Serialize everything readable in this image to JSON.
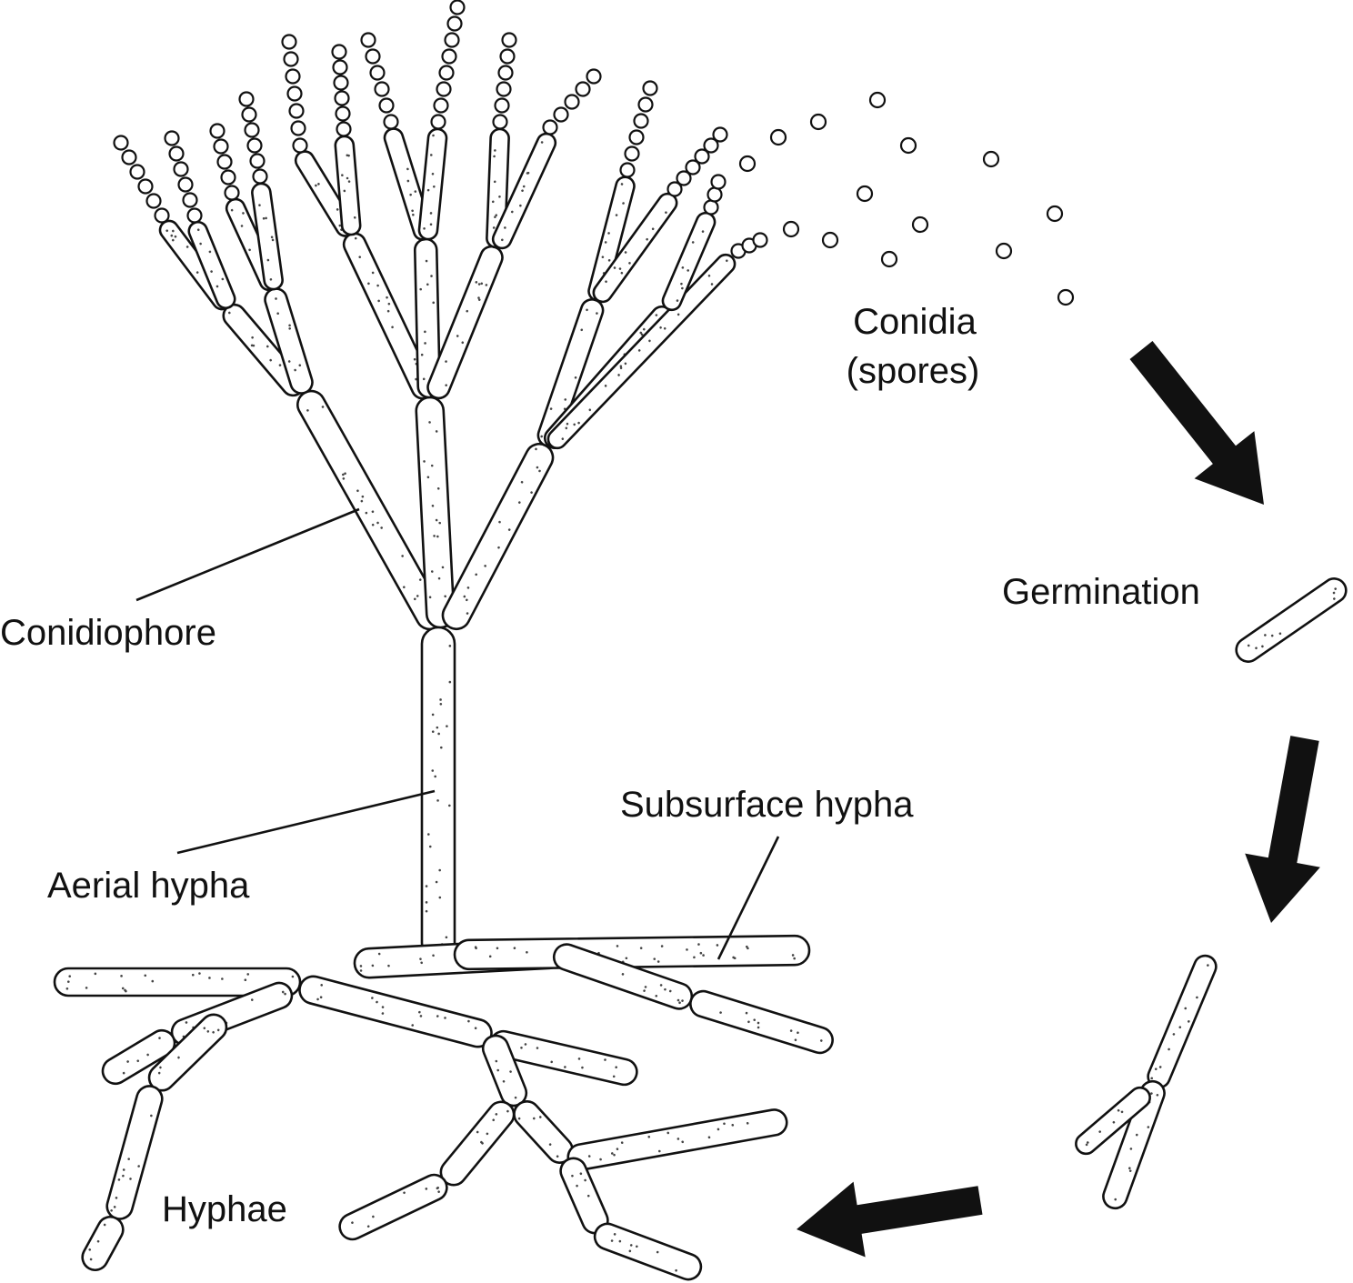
{
  "labels": {
    "conidia_line1": "Conidia",
    "conidia_line2": "(spores)",
    "germination": "Germination",
    "conidiophore": "Conidiophore",
    "aerial_hypha": "Aerial hypha",
    "subsurface_hypha": "Subsurface hypha",
    "hyphae": "Hyphae"
  },
  "colors": {
    "ink": "#111111",
    "fill": "#ffffff",
    "stipple": "#444444"
  }
}
